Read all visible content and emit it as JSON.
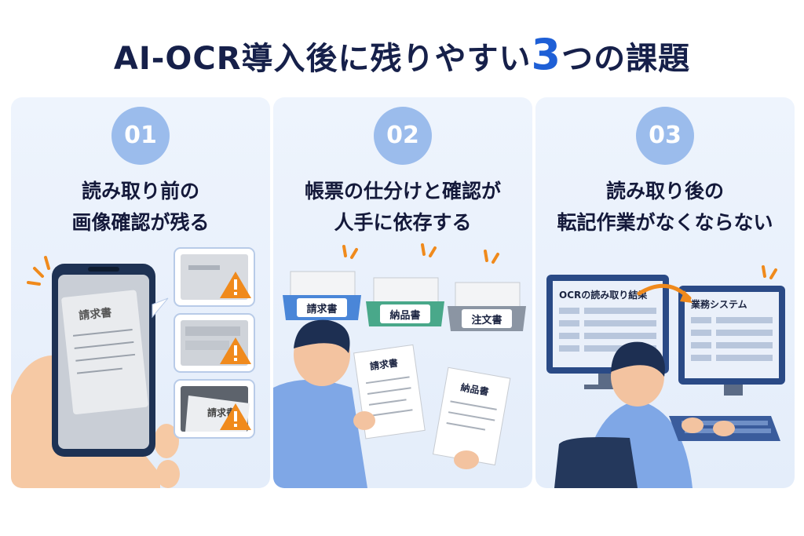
{
  "title": {
    "main": "AI-OCR導入後に残りやすい",
    "num": "3",
    "tail": "つの課題"
  },
  "panels": [
    {
      "number": "01",
      "line1": "読み取り前の",
      "line2": "画像確認が残る",
      "doc_label": "請求書"
    },
    {
      "number": "02",
      "line1": "帳票の仕分けと確認が",
      "line2": "人手に依存する",
      "tray1": "請求書",
      "tray2": "納品書",
      "tray3": "注文書",
      "doc1": "請求書",
      "doc2": "納品書"
    },
    {
      "number": "03",
      "line1": "読み取り後の",
      "line2": "転記作業がなくならない",
      "screen1": "OCRの読み取り結果",
      "screen2": "業務システム"
    }
  ],
  "colors": {
    "accent": "#1e5fd6",
    "badge": "#9bbcec",
    "warning": "#f08a1c",
    "tray_blue": "#4a86d8",
    "tray_green": "#49a88a",
    "tray_gray": "#8b95a3"
  },
  "icons": [
    "warning-icon",
    "smartphone-icon",
    "monitor-icon",
    "keyboard-icon",
    "arrow-icon",
    "spark-icon"
  ]
}
